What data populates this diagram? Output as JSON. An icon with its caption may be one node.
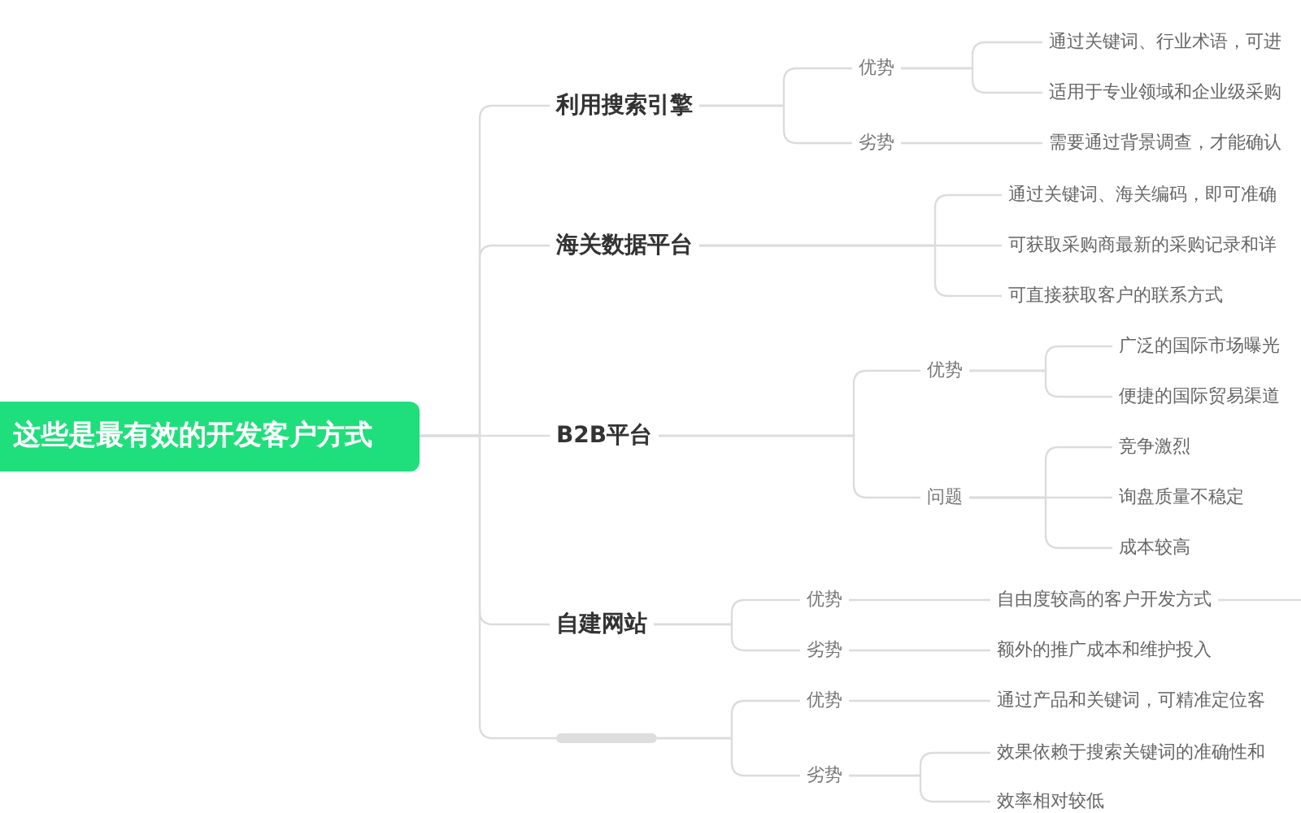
{
  "diagram": {
    "nodes": [
      {
        "text": [
          "这些是最有效的开发客户方式"
        ]
      },
      {
        "text": [
          "利用搜索引擎"
        ]
      },
      {
        "text": [
          "优势"
        ]
      },
      {
        "text": [
          "通过关键词、行业术语，可进"
        ]
      },
      {
        "text": [
          "适用于专业领域和企业级采购"
        ]
      },
      {
        "text": [
          "劣势"
        ]
      },
      {
        "text": [
          "需要通过背景调查，才能确认"
        ]
      },
      {
        "text": [
          "海关数据平台"
        ]
      },
      {
        "text": [
          "通过关键词、海关编码，即可准确"
        ]
      },
      {
        "text": [
          "可获取采购商最新的采购记录和详"
        ]
      },
      {
        "text": [
          "可直接获取客户的联系方式"
        ]
      },
      {
        "text": [
          "B2B平台"
        ]
      },
      {
        "text": [
          "优势"
        ]
      },
      {
        "text": [
          "广泛的国际市场曝光"
        ]
      },
      {
        "text": [
          "便捷的国际贸易渠道"
        ]
      },
      {
        "text": [
          "问题"
        ]
      },
      {
        "text": [
          "竞争激烈"
        ]
      },
      {
        "text": [
          "询盘质量不稳定"
        ]
      },
      {
        "text": [
          "成本较高"
        ]
      },
      {
        "text": [
          "自建网站"
        ]
      },
      {
        "text": [
          "优势"
        ]
      },
      {
        "text": [
          "自由度较高的客户开发方式"
        ]
      },
      {
        "text": [
          "劣势"
        ]
      },
      {
        "text": [
          "额外的推广成本和维护投入"
        ]
      },
      {
        "text": [],
        "shape": "bar"
      },
      {
        "text": [
          "优势"
        ]
      },
      {
        "text": [
          "通过产品和关键词，可精准定位客"
        ]
      },
      {
        "text": [
          "劣势"
        ]
      },
      {
        "text": [
          "效果依赖于搜索关键词的准确性和"
        ]
      },
      {
        "text": [
          "效率相对较低"
        ]
      }
    ],
    "edges": [
      {
        "from": 0,
        "to": 1,
        "arrow": "none"
      },
      {
        "from": 0,
        "to": 7,
        "arrow": "none"
      },
      {
        "from": 0,
        "to": 11,
        "arrow": "none"
      },
      {
        "from": 0,
        "to": 19,
        "arrow": "none"
      },
      {
        "from": 0,
        "to": 24,
        "arrow": "none"
      },
      {
        "from": 1,
        "to": 2,
        "arrow": "none"
      },
      {
        "from": 2,
        "to": 3,
        "arrow": "none"
      },
      {
        "from": 2,
        "to": 4,
        "arrow": "none"
      },
      {
        "from": 1,
        "to": 5,
        "arrow": "none"
      },
      {
        "from": 5,
        "to": 6,
        "arrow": "none"
      },
      {
        "from": 7,
        "to": 8,
        "arrow": "none"
      },
      {
        "from": 7,
        "to": 9,
        "arrow": "none"
      },
      {
        "from": 7,
        "to": 10,
        "arrow": "none"
      },
      {
        "from": 11,
        "to": 12,
        "arrow": "none"
      },
      {
        "from": 12,
        "to": 13,
        "arrow": "none"
      },
      {
        "from": 12,
        "to": 14,
        "arrow": "none"
      },
      {
        "from": 11,
        "to": 15,
        "arrow": "none"
      },
      {
        "from": 15,
        "to": 16,
        "arrow": "none"
      },
      {
        "from": 15,
        "to": 17,
        "arrow": "none"
      },
      {
        "from": 15,
        "to": 18,
        "arrow": "none"
      },
      {
        "from": 19,
        "to": 20,
        "arrow": "none"
      },
      {
        "from": 20,
        "to": 21,
        "arrow": "none"
      },
      {
        "from": 21,
        "to": null,
        "arrow": "none"
      },
      {
        "from": 19,
        "to": 22,
        "arrow": "none"
      },
      {
        "from": 22,
        "to": 23,
        "arrow": "none"
      },
      {
        "from": 24,
        "to": 25,
        "arrow": "none"
      },
      {
        "from": 25,
        "to": 26,
        "arrow": "none"
      },
      {
        "from": 24,
        "to": 27,
        "arrow": "none"
      },
      {
        "from": 27,
        "to": 28,
        "arrow": "none"
      },
      {
        "from": 27,
        "to": 29,
        "arrow": "none"
      }
    ]
  }
}
